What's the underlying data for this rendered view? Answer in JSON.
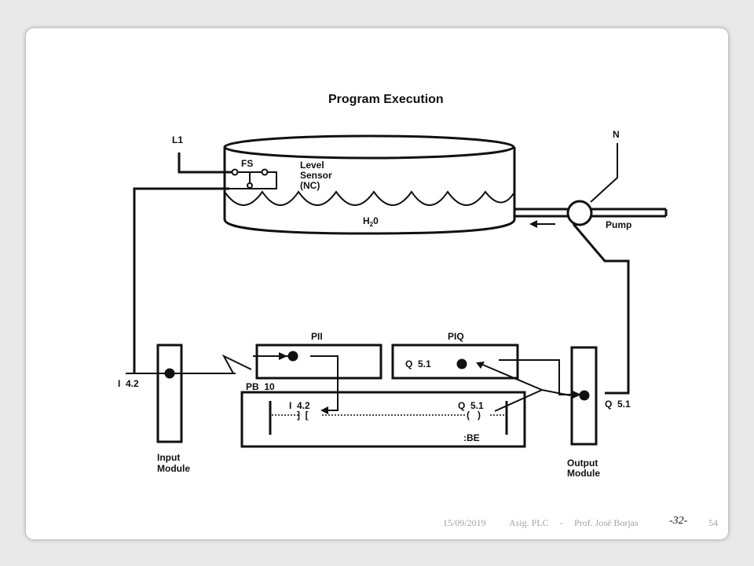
{
  "diagram": {
    "title": "Program Execution",
    "supply": {
      "l1": "L1",
      "n": "N"
    },
    "tank": {
      "switch": "FS",
      "sensor_line1": "Level",
      "sensor_line2": "Sensor",
      "sensor_line3": "(NC)",
      "liquid_main": "H",
      "liquid_sub": "2",
      "liquid_end": "0"
    },
    "pump": "Pump",
    "input_module": {
      "address": "I  4.2",
      "label_line1": "Input",
      "label_line2": "Module"
    },
    "output_module": {
      "address": "Q  5.1",
      "label_line1": "Output",
      "label_line2": "Module"
    },
    "pii": {
      "label": "PII"
    },
    "piq": {
      "label": "PIQ",
      "address": "Q  5.1"
    },
    "program_block": {
      "label": "PB  10",
      "contact_address": "I  4.2",
      "coil_address": "Q  5.1",
      "contact_symbol": "]  [",
      "coil_symbol": "(   )",
      "end": ":BE"
    }
  },
  "footer": {
    "date": "15/09/2019",
    "course": "Asig. PLC",
    "separator": "-",
    "author": "Prof. José Borjas",
    "page_code": "-32-",
    "slide_number": "54"
  }
}
